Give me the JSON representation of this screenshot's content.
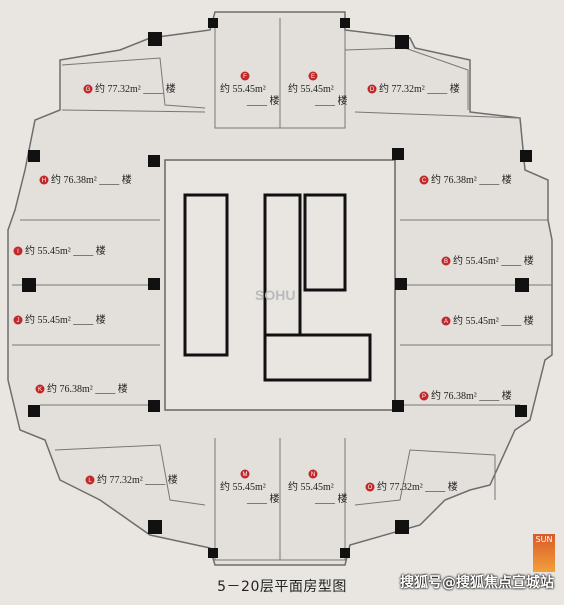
{
  "caption": "5－20层平面房型图",
  "watermark": "搜狐号@搜狐焦点宣城站",
  "sun_label": "SUN",
  "core_logo": "SOHU",
  "floor_word": "楼",
  "units": [
    {
      "letter": "G",
      "area": "约 77.32m²"
    },
    {
      "letter": "F",
      "area": "约 55.45m²"
    },
    {
      "letter": "E",
      "area": "约 55.45m²"
    },
    {
      "letter": "D",
      "area": "约 77.32m²"
    },
    {
      "letter": "H",
      "area": "约 76.38m²"
    },
    {
      "letter": "C",
      "area": "约 76.38m²"
    },
    {
      "letter": "I",
      "area": "约 55.45m²"
    },
    {
      "letter": "B",
      "area": "约 55.45m²"
    },
    {
      "letter": "J",
      "area": "约 55.45m²"
    },
    {
      "letter": "A",
      "area": "约 55.45m²"
    },
    {
      "letter": "K",
      "area": "约 76.38m²"
    },
    {
      "letter": "P",
      "area": "约 76.38m²"
    },
    {
      "letter": "L",
      "area": "约 77.32m²"
    },
    {
      "letter": "M",
      "area": "约 55.45m²"
    },
    {
      "letter": "N",
      "area": "约 55.45m²"
    },
    {
      "letter": "O",
      "area": "约 77.32m²"
    }
  ]
}
